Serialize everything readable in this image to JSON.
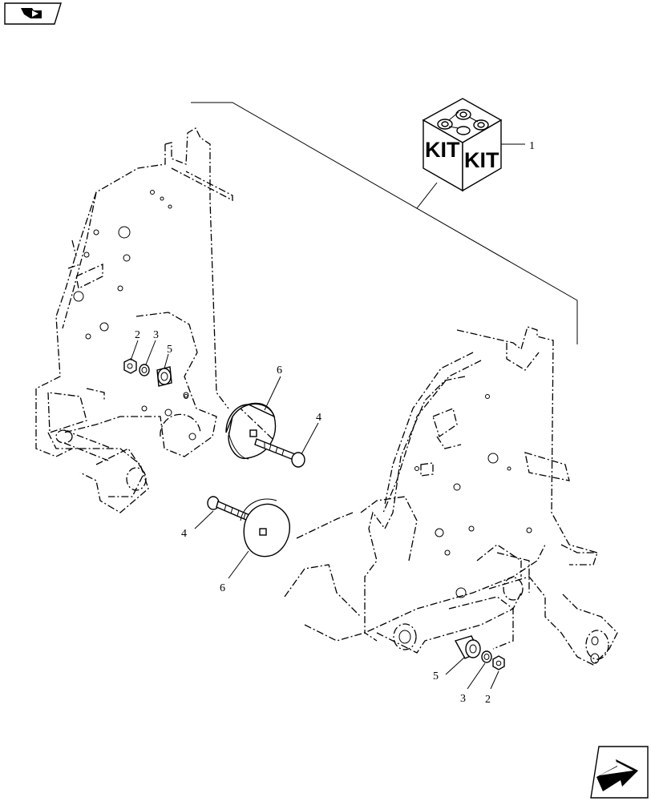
{
  "icons": {
    "prev": "previous-page-arrow-icon",
    "next": "next-page-arrow-icon"
  },
  "kit": {
    "face_left": "KIT",
    "face_right": "KIT"
  },
  "callouts": {
    "kit": "1",
    "left_nut": "2",
    "left_washer": "3",
    "left_spacer": "5",
    "upper_bolt": "4",
    "upper_disc": "6",
    "lower_bolt": "4",
    "lower_disc": "6",
    "right_spacer": "5",
    "right_washer": "3",
    "right_nut": "2"
  }
}
